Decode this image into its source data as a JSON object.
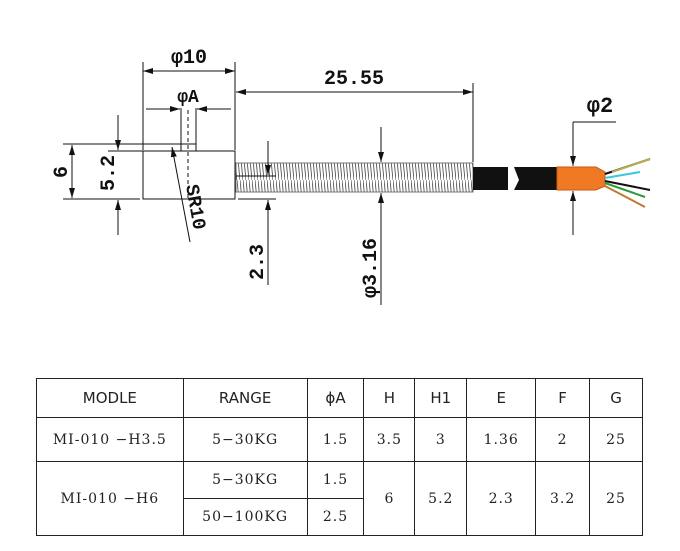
{
  "drawing": {
    "dimensions": {
      "body_diameter": "φ10",
      "hole_diameter": "φA",
      "rod_length": "25.55",
      "cable_diameter": "φ2",
      "height_total": "6",
      "height_body": "5.2",
      "sphere_radius": "SR10",
      "thread_offset": "2.3",
      "thread_diameter": "φ3.16"
    },
    "colors": {
      "line": "#111111",
      "sleeve": "#f07a24",
      "cable": "#111111"
    }
  },
  "table": {
    "headers": [
      "MODLE",
      "RANGE",
      "ϕA",
      "H",
      "H1",
      "E",
      "F",
      "G"
    ],
    "rows": [
      {
        "model": "MI-010 −H3.5",
        "range": "5−30KG",
        "phiA": "1.5",
        "H": "3.5",
        "H1": "3",
        "E": "1.36",
        "F": "2",
        "G": "25"
      },
      {
        "model": "MI-010  −H6",
        "ranges": [
          {
            "range": "5−30KG",
            "phiA": "1.5"
          },
          {
            "range": "50−100KG",
            "phiA": "2.5"
          }
        ],
        "H": "6",
        "H1": "5.2",
        "E": "2.3",
        "F": "3.2",
        "G": "25"
      }
    ]
  }
}
